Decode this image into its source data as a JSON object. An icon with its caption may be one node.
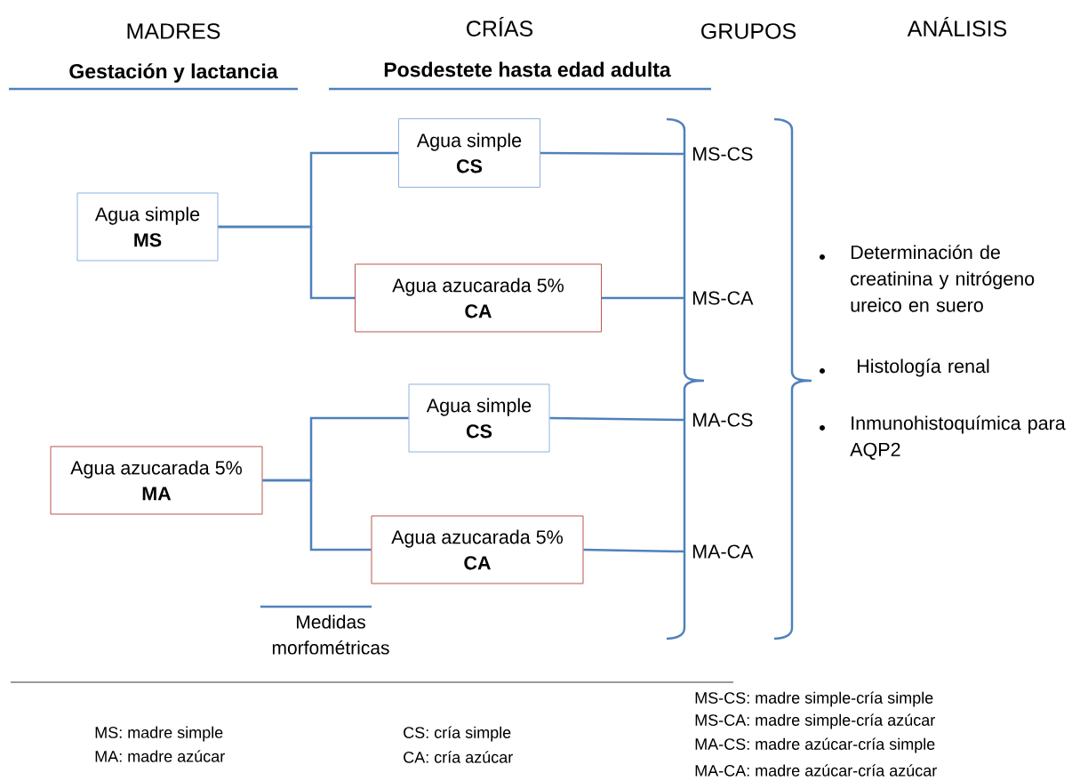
{
  "diagram": {
    "nodes": [
      {
        "text": [
          "Agua simple",
          "MS"
        ]
      },
      {
        "text": [
          "Agua simple",
          "CS"
        ]
      },
      {
        "text": [
          "Agua azucarada 5%",
          "CA"
        ]
      },
      {
        "text": [
          "Agua azucarada 5%",
          "MA"
        ]
      },
      {
        "text": [
          "Agua simple",
          "CS"
        ]
      },
      {
        "text": [
          "Agua azucarada 5%",
          "CA"
        ]
      },
      {
        "text": [
          "MS-CS"
        ]
      },
      {
        "text": [
          "MS-CA"
        ]
      },
      {
        "text": [
          "MA-CS"
        ]
      },
      {
        "text": [
          "MA-CA"
        ]
      }
    ],
    "edges": [
      {
        "from": 0,
        "to": 1,
        "arrow": "none"
      },
      {
        "from": 0,
        "to": 2,
        "arrow": "none"
      },
      {
        "from": 3,
        "to": 4,
        "arrow": "none"
      },
      {
        "from": 3,
        "to": 5,
        "arrow": "none"
      },
      {
        "from": 1,
        "to": 6,
        "arrow": "none"
      },
      {
        "from": 2,
        "to": 7,
        "arrow": "none"
      },
      {
        "from": 4,
        "to": 8,
        "arrow": "none"
      },
      {
        "from": 5,
        "to": 9,
        "arrow": "none"
      }
    ],
    "labels": [
      "MADRES",
      "CRÍAS",
      "GRUPOS",
      "ANÁLISIS",
      "Gestación y lactancia",
      "Posdestete hasta edad adulta",
      "Determinación de creatinina y nitrógeno ureico en suero",
      "Histología renal",
      "Inmunohistoquímica para AQP2",
      "Medidas morfométricas",
      "MS: madre simple",
      "MA: madre azúcar",
      "CS: cría simple",
      "CA: cría azúcar",
      "MS-CS: madre simple-cría simple",
      "MS-CA: madre simple-cría azúcar",
      "MA-CS: madre azúcar-cría simple",
      "MA-CA: madre azúcar-cría azúcar"
    ]
  }
}
